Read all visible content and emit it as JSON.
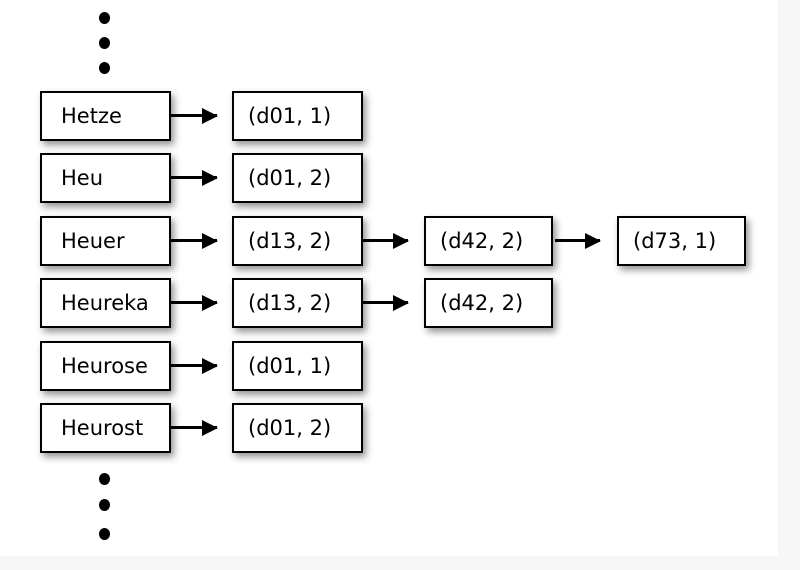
{
  "figure": {
    "type": "inverted-index-diagram",
    "background_color": "#ffffff",
    "page_color": "#f7f7f7",
    "box_fill": "#ffffff",
    "box_border": "#000000",
    "text_color": "#000000"
  },
  "dictionary_column": {
    "name": "dictionary-terms",
    "entries": [
      {
        "term": "Hetze"
      },
      {
        "term": "Heu"
      },
      {
        "term": "Heuer"
      },
      {
        "term": "Heureka"
      },
      {
        "term": "Heurose"
      },
      {
        "term": "Heurost"
      }
    ]
  },
  "posting_column": {
    "name": "first-postings",
    "entries": [
      {
        "posting": "(d01, 1)"
      },
      {
        "posting": "(d01, 2)"
      },
      {
        "posting": "(d13, 2)"
      },
      {
        "posting": "(d13, 2)"
      },
      {
        "posting": "(d01, 1)"
      },
      {
        "posting": "(d01, 2)"
      }
    ]
  },
  "second_postings": {
    "name": "second-postings",
    "entries": [
      {
        "posting": "(d42, 2)",
        "row": 3
      },
      {
        "posting": "(d42, 2)",
        "row": 4
      }
    ]
  },
  "third_postings": {
    "name": "third-postings",
    "entries": [
      {
        "posting": "(d73, 1)",
        "row": 3
      }
    ]
  },
  "ellipsis": {
    "top": {
      "name": "ellipsis-above",
      "dots": 3
    },
    "bottom": {
      "name": "ellipsis-below",
      "dots": 3
    }
  }
}
